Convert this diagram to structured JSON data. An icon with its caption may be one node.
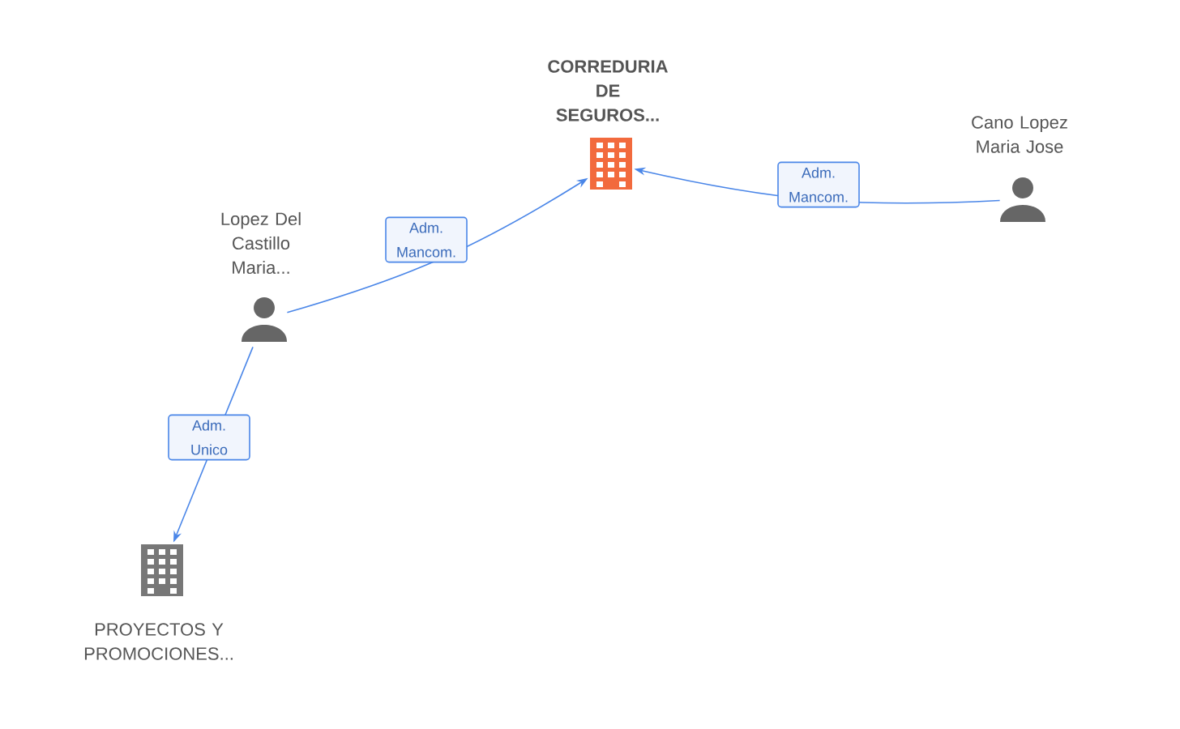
{
  "diagram": {
    "nodes": [
      {
        "text": [
          "CORREDURIA DE SEGUROS..."
        ]
      },
      {
        "text": [
          "Cano Lopez Maria Jose"
        ]
      },
      {
        "text": [
          "Lopez Del Castillo Maria..."
        ]
      },
      {
        "text": [
          "PROYECTOS Y PROMOCIONES..."
        ]
      }
    ],
    "edges": [
      {
        "from": 1,
        "to": 0,
        "arrow": "to",
        "label": "Adm. Mancom."
      },
      {
        "from": 2,
        "to": 0,
        "arrow": "to",
        "label": "Adm. Mancom."
      },
      {
        "from": 2,
        "to": 3,
        "arrow": "to",
        "label": "Adm. Unico"
      }
    ]
  }
}
